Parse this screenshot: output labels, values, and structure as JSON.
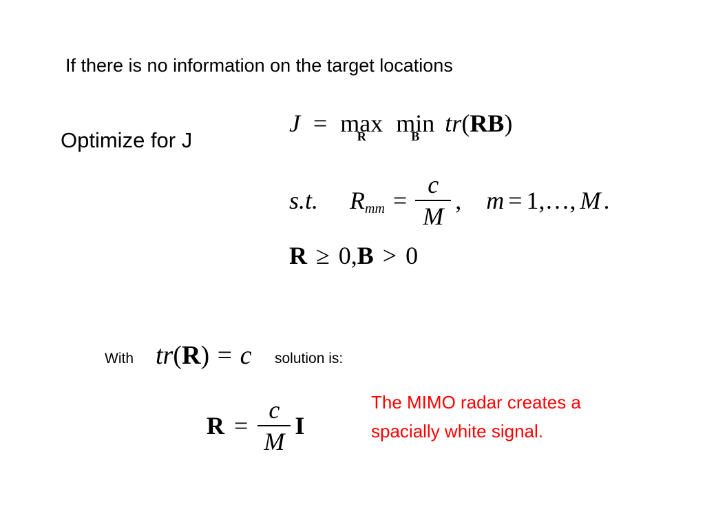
{
  "heading": "If there is no information on the target locations",
  "optimize_label": "Optimize for J",
  "eq1": {
    "lhs": "J",
    "equals": "=",
    "max": "max",
    "max_sub": "R",
    "min": "min",
    "min_sub": "B",
    "tr": "tr",
    "open": "(",
    "arg": "RB",
    "close": ")"
  },
  "eq2": {
    "st": "s.t.",
    "R": "R",
    "R_sub": "mm",
    "equals": "=",
    "num": "c",
    "den": "M",
    "comma": ",",
    "m": "m",
    "equals2": "=",
    "range": "1,…,",
    "M": "M",
    "period": "."
  },
  "eq3": {
    "R": "R",
    "geq": "≥",
    "zero1": "0,",
    "B": "B",
    "gt": ">",
    "zero2": "0"
  },
  "with_label": "With",
  "with_eq": {
    "tr": "tr",
    "open": "(",
    "R": "R",
    "close": ")",
    "equals": "=",
    "c": "c"
  },
  "solution_label": "solution is:",
  "sol_eq": {
    "R": "R",
    "equals": "=",
    "num": "c",
    "den": "M",
    "I": "I"
  },
  "note": {
    "line1": "The MIMO radar creates a",
    "line2": "spacially white signal.",
    "color": "#ff0000"
  }
}
